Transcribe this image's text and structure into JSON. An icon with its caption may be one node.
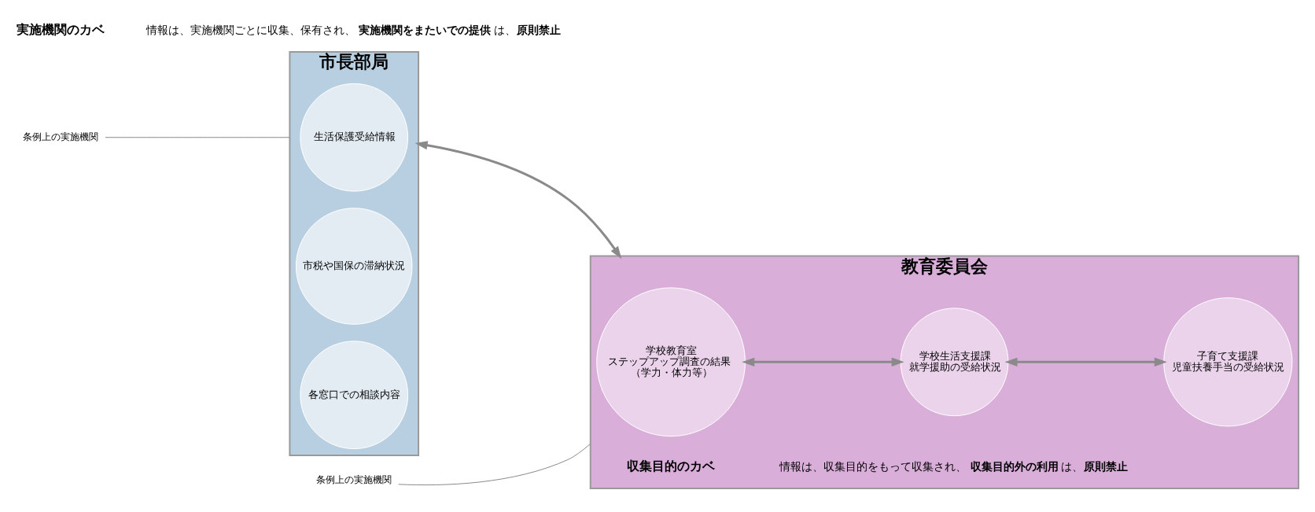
{
  "diagram": {
    "nodes": [
      {
        "text": [
          "条例上の実施機関"
        ]
      },
      {
        "text": [
          "条例上の実施機関"
        ]
      },
      {
        "text": [
          "市長部局"
        ]
      },
      {
        "text": [
          "生活保護受給情報"
        ],
        "in": 2
      },
      {
        "text": [
          "市税や国保の滞納状況"
        ],
        "in": 2
      },
      {
        "text": [
          "各窓口での相談内容"
        ],
        "in": 2
      },
      {
        "text": [
          "教育委員会"
        ]
      },
      {
        "text": [
          "学校教育室",
          "ステップアップ調査の結果",
          "（学力・体力等）"
        ],
        "in": 6
      },
      {
        "text": [
          "学校生活支援課",
          "就学援助の受給状況"
        ],
        "in": 6
      },
      {
        "text": [
          "子育て支援課",
          "児童扶養手当の受給状況"
        ],
        "in": 6
      }
    ],
    "edges": [
      {
        "from": 0,
        "to": 2,
        "arrow": "none"
      },
      {
        "from": 1,
        "to": 6,
        "arrow": "none"
      },
      {
        "from": 2,
        "to": 6,
        "arrow": "both"
      },
      {
        "from": 7,
        "to": 8,
        "arrow": "both"
      },
      {
        "from": 8,
        "to": 9,
        "arrow": "both"
      }
    ],
    "labels": [
      "実施機関のカベ",
      "情報は、実施機関ごとに収集、保有され、**実施機関をまたいでの提供**は、**原則禁止**",
      "収集目的のカベ",
      "情報は、収集目的をもって収集され、**収集目的外の利用**は、**原則禁止**"
    ]
  }
}
